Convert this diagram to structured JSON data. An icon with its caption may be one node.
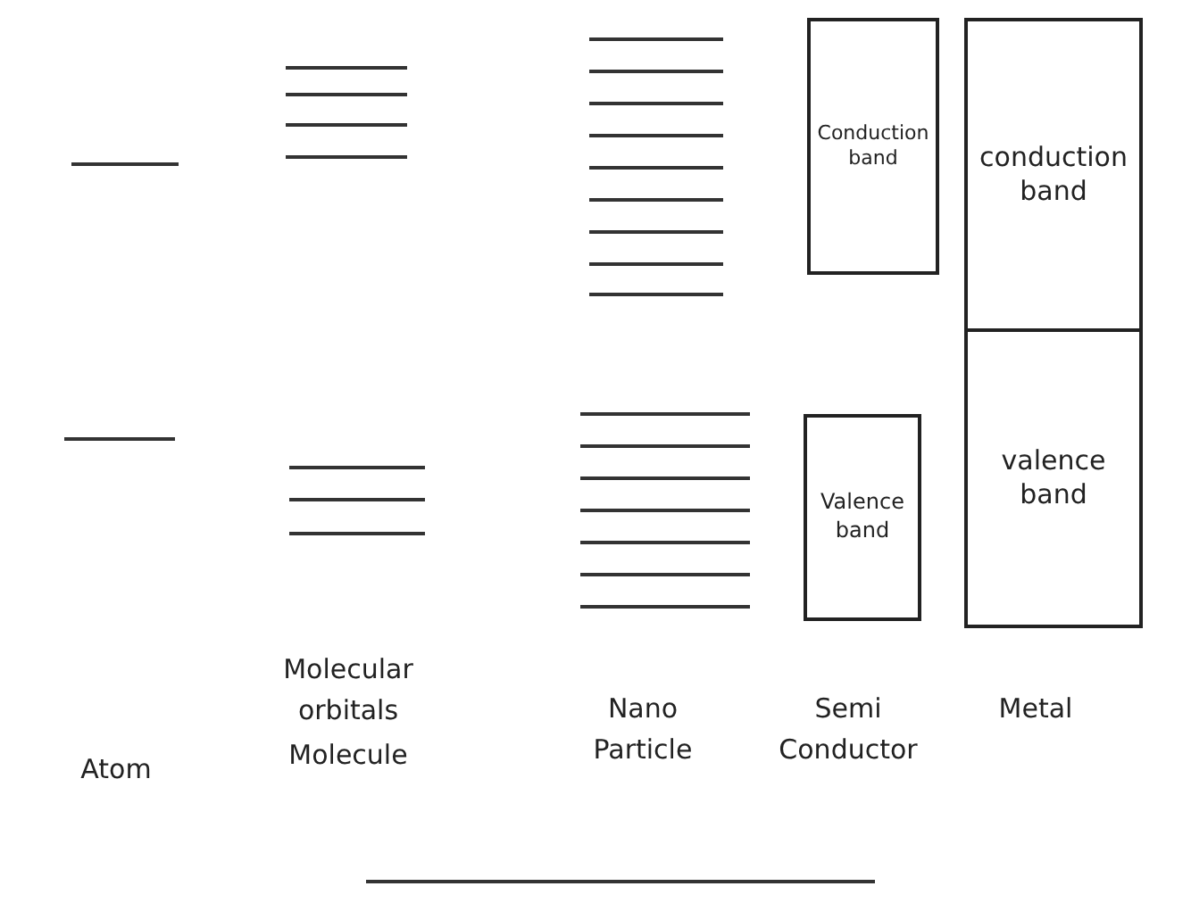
{
  "diagram": {
    "nodes": [
      {
        "text": [
          "Conduction band"
        ]
      },
      {
        "text": [
          "conduction band"
        ]
      },
      {
        "text": [
          "Valence band"
        ]
      },
      {
        "text": [
          "valence band"
        ]
      }
    ],
    "labels": [
      "Molecular orbitals",
      "Atom",
      "Molecule",
      "Nano Particle",
      "Semi Conductor",
      "Metal"
    ]
  }
}
